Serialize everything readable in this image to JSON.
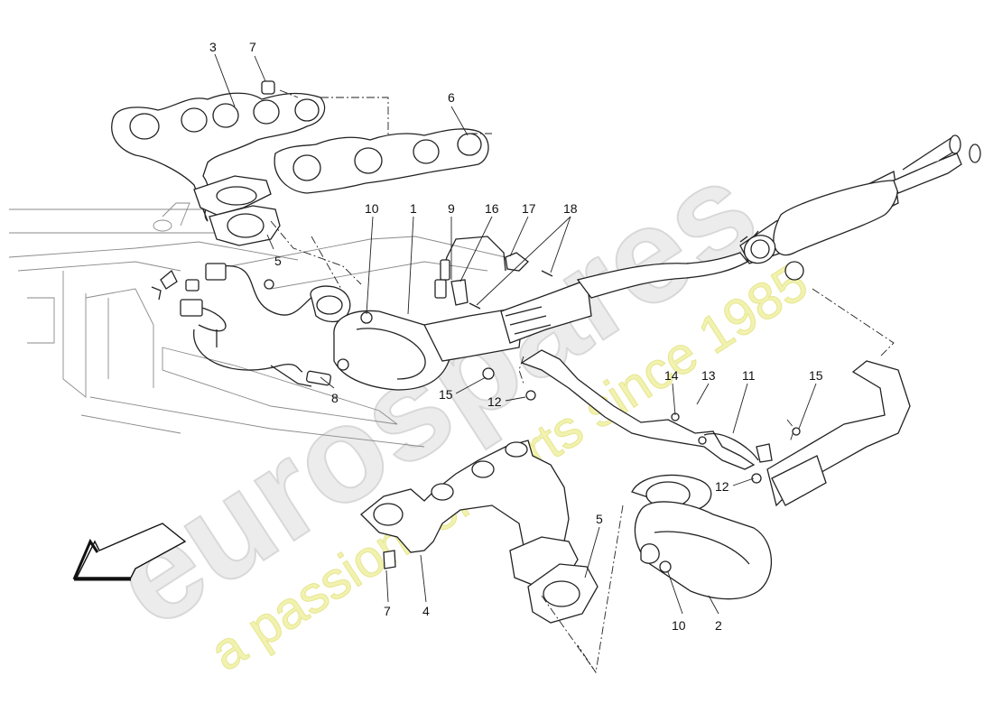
{
  "watermark": {
    "brand": "eurospares",
    "tagline": "a passion for parts since 1985"
  },
  "callouts": [
    {
      "id": "c3",
      "label": "3"
    },
    {
      "id": "c7a",
      "label": "7"
    },
    {
      "id": "c6",
      "label": "6"
    },
    {
      "id": "c5a",
      "label": "5"
    },
    {
      "id": "c10a",
      "label": "10"
    },
    {
      "id": "c1",
      "label": "1"
    },
    {
      "id": "c9",
      "label": "9"
    },
    {
      "id": "c16",
      "label": "16"
    },
    {
      "id": "c17",
      "label": "17"
    },
    {
      "id": "c18",
      "label": "18"
    },
    {
      "id": "c8",
      "label": "8"
    },
    {
      "id": "c15a",
      "label": "15"
    },
    {
      "id": "c12a",
      "label": "12"
    },
    {
      "id": "c14",
      "label": "14"
    },
    {
      "id": "c13",
      "label": "13"
    },
    {
      "id": "c11",
      "label": "11"
    },
    {
      "id": "c15b",
      "label": "15"
    },
    {
      "id": "c12b",
      "label": "12"
    },
    {
      "id": "c5b",
      "label": "5"
    },
    {
      "id": "c7b",
      "label": "7"
    },
    {
      "id": "c4",
      "label": "4"
    },
    {
      "id": "c10b",
      "label": "10"
    },
    {
      "id": "c2",
      "label": "2"
    }
  ],
  "colors": {
    "line": "#222222",
    "chassis": "#8a8a8a",
    "watermark_grey": "#e2e2e2",
    "watermark_yellow": "#eeee9a"
  },
  "icons": {
    "direction": "front-direction-arrow-icon"
  }
}
